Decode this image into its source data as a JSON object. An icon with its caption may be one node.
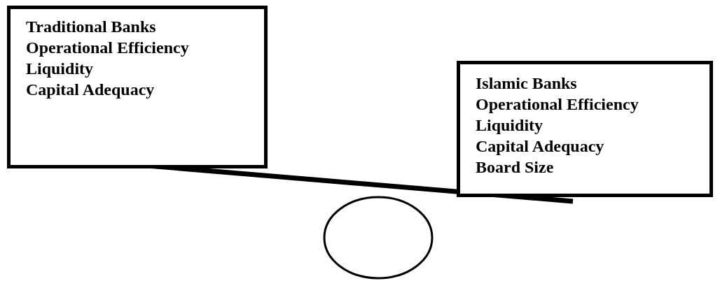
{
  "diagram": {
    "nodes": [
      {
        "text": [
          "Traditional Banks",
          "Operational Efficiency",
          "Liquidity",
          "Capital Adequacy"
        ]
      },
      {
        "text": [
          "Islamic Banks",
          "Operational Efficiency",
          "Liquidity",
          "Capital Adequacy",
          "Board Size"
        ]
      }
    ]
  }
}
